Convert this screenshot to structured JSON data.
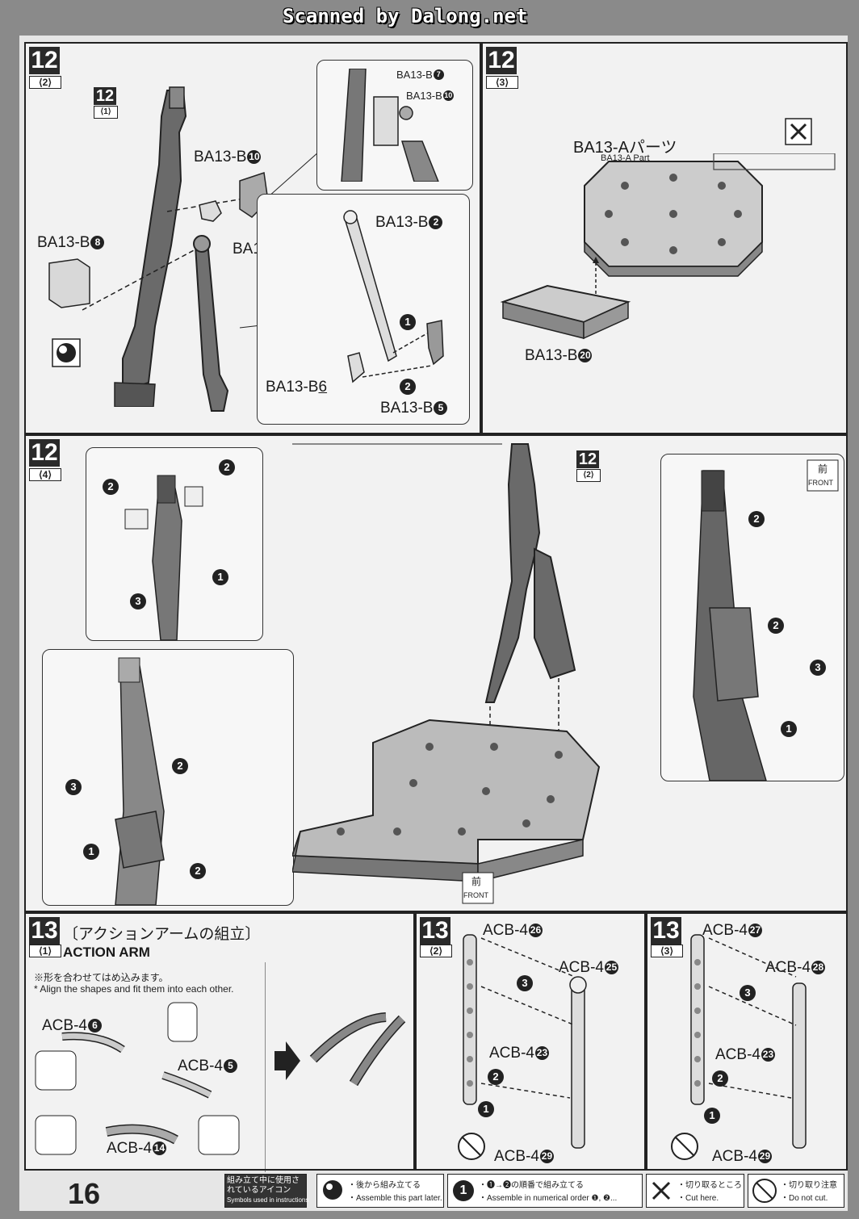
{
  "header": {
    "scan_credit": "Scanned by Dalong.net"
  },
  "page_number": "16",
  "steps": {
    "s12_2": {
      "num": "12",
      "sub": "⟨2⟩",
      "ref_num": "12",
      "ref_sub": "⟨1⟩",
      "parts": {
        "p7": "BA13-B",
        "p10": "BA13-B",
        "p10b": "BA13-B",
        "p7b": "BA13-B",
        "p8": "BA13-B",
        "p2": "BA13-B",
        "p6": "BA13-B",
        "p5": "BA13-B"
      },
      "nums": {
        "p7": "7",
        "p10": "10",
        "p2": "2",
        "p6": "6",
        "p5": "5",
        "p8": "8"
      }
    },
    "s12_3": {
      "num": "12",
      "sub": "⟨3⟩",
      "part_a": "BA13-Aパーツ",
      "part_a_en": "BA13-A Part",
      "part_b": "BA13-B",
      "part_b_num": "20"
    },
    "s12_4": {
      "num": "12",
      "sub": "⟨4⟩",
      "ref_num": "12",
      "ref_sub": "⟨2⟩",
      "front_jp": "前",
      "front_en": "FRONT"
    },
    "s13_1": {
      "num": "13",
      "sub": "⟨1⟩",
      "title_jp": "〔アクションアームの組立〕",
      "title_en": "ACTION ARM",
      "note_jp": "※形を合わせてはめ込みます。",
      "note_en": "* Align the shapes and fit them into each other.",
      "parts": {
        "a6": "ACB-4",
        "a5": "ACB-4",
        "a14": "ACB-4"
      },
      "nums": {
        "a6": "6",
        "a5": "5",
        "a14": "14"
      }
    },
    "s13_2": {
      "num": "13",
      "sub": "⟨2⟩",
      "parts": {
        "a26": "ACB-4",
        "a25": "ACB-4",
        "a23": "ACB-4",
        "a29": "ACB-4"
      },
      "nums": {
        "a26": "26",
        "a25": "25",
        "a23": "23",
        "a29": "29"
      }
    },
    "s13_3": {
      "num": "13",
      "sub": "⟨3⟩",
      "parts": {
        "a27": "ACB-4",
        "a28": "ACB-4",
        "a23": "ACB-4",
        "a29": "ACB-4"
      },
      "nums": {
        "a27": "27",
        "a28": "28",
        "a23": "23",
        "a29": "29"
      }
    }
  },
  "legend": {
    "title_jp": "組み立て中に使用されているアイコン",
    "title_en": "Symbols used in instructions",
    "later_jp": "・後から組み立てる",
    "later_en": "・Assemble this part later.",
    "order_jp": "・❶→❷の順番で組み立てる",
    "order_en": "・Assemble in numerical order ❶, ❷...",
    "cut_jp": "・切り取るところ",
    "cut_en": "・Cut here.",
    "nocut_jp": "・切り取り注意",
    "nocut_en": "・Do not cut."
  }
}
